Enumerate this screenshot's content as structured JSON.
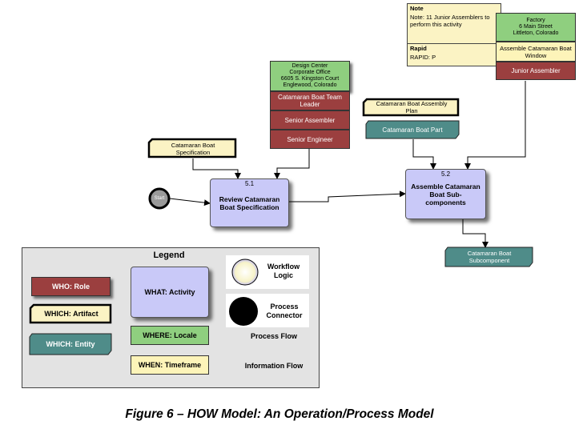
{
  "note": {
    "header": "Note",
    "text": "Note: 11 Junior Assemblers to perform this activity",
    "rapid_header": "Rapid",
    "rapid_value": "RAPID: P"
  },
  "factory": {
    "locale": [
      "Factory",
      "6 Main Street",
      "Littleton, Colorado"
    ],
    "timeframe": [
      "Assemble Catamaran Boat",
      "Window"
    ],
    "role": "Junior Assembler"
  },
  "design_center": {
    "locale": [
      "Design Center",
      "Corporate Office",
      "6605 S. Kingston Court",
      "Englewood, Colorado"
    ],
    "roles": [
      [
        "Catamaran Boat Team",
        "Leader"
      ],
      [
        "Senior Assembler"
      ],
      [
        "Senior Engineer"
      ]
    ]
  },
  "artifacts": {
    "assembly_plan": [
      "Catamaran Boat Assembly",
      "Plan"
    ],
    "boat_spec": [
      "Catamaran Boat",
      "Specification"
    ]
  },
  "entities": {
    "boat_part": "Catamaran Boat Part",
    "subcomponent": [
      "Catamaran Boat",
      "Subcomponent"
    ]
  },
  "activities": {
    "review": {
      "number": "5.1",
      "label": [
        "Review Catamaran",
        "Boat Specification"
      ]
    },
    "assemble": {
      "number": "5.2",
      "label": [
        "Assemble Catamaran",
        "Boat Sub-",
        "components"
      ]
    }
  },
  "start_label": "Start",
  "legend": {
    "title": "Legend",
    "who": "WHO: Role",
    "which_artifact": "WHICH: Artifact",
    "which_entity": "WHICH: Entity",
    "what": "WHAT: Activity",
    "where": "WHERE: Locale",
    "when": "WHEN: Timeframe",
    "workflow": [
      "Workflow",
      "Logic"
    ],
    "connector": [
      "Process",
      "Connector"
    ],
    "process_flow": "Process Flow",
    "information_flow": "Information Flow"
  },
  "caption": "Figure 6 – HOW Model:  An Operation/Process Model",
  "colors": {
    "role": "#9b3f3f",
    "locale": "#8fcf7f",
    "timeframe": "#fdf4b9",
    "activity": "#c9c9f8",
    "entity": "#4f8c89",
    "legend_bg": "#e3e3e3"
  }
}
